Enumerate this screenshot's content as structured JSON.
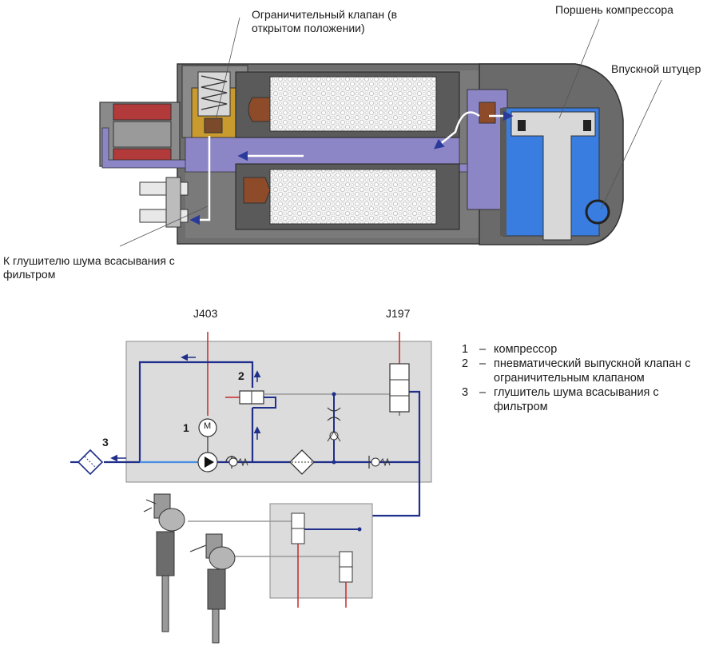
{
  "cutaway": {
    "labels": {
      "limit_valve": "Ограничительный клапан (в открытом положении)",
      "piston": "Поршень компрессора",
      "inlet": "Впускной штуцер",
      "muffler": "К глушителю шума всасывания с фильтром"
    }
  },
  "schematic": {
    "codes": {
      "j403": "J403",
      "j197": "J197"
    },
    "numbers": {
      "n1": "1",
      "n2": "2",
      "n3": "3"
    },
    "motor_symbol": "M"
  },
  "legend": [
    {
      "num": "1",
      "dash": "–",
      "text": "компрессор"
    },
    {
      "num": "2",
      "dash": "–",
      "text": "пневматический выпускной клапан с ограничительным клапаном"
    },
    {
      "num": "3",
      "dash": "–",
      "text": "глушитель шума всасывания с фильтром"
    }
  ],
  "colors": {
    "air_blue": "#1f2f8a",
    "light_blue": "#4a90e2",
    "wire_red": "#c62828",
    "box_grey": "#dcdcdc",
    "purple": "#8c86c7",
    "coil_red": "#b23a3a",
    "brass": "#c99a2e"
  }
}
